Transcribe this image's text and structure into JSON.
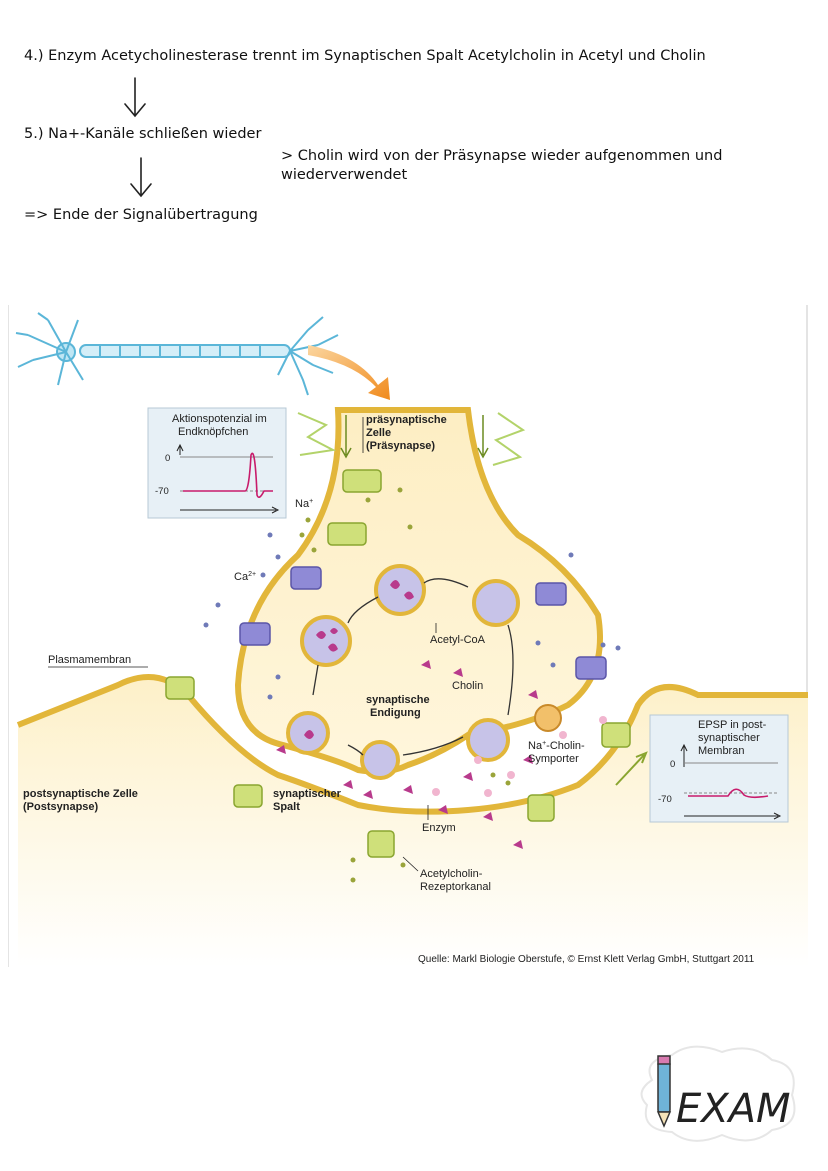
{
  "notes": {
    "step4": "4.) Enzym Acetycholinesterase trennt im Synaptischen Spalt Acetylcholin in Acetyl und Cholin",
    "step5": "5.) Na+-Kanäle schließen wieder",
    "side_note_line1": "> Cholin wird von der Präsynapse wieder aufgenommen und",
    "side_note_line2": "wiederverwendet",
    "end": "=> Ende der Signalübertragung"
  },
  "figure": {
    "ap_title_line1": "Aktionspotenzial im",
    "ap_title_line2": "Endknöpfchen",
    "ap_tick_0": "0",
    "ap_tick_70": "-70",
    "presyn_line1": "präsynaptische",
    "presyn_line2": "Zelle",
    "presyn_line3": "(Präsynapse)",
    "na": "Na",
    "na_sup": "+",
    "ca": "Ca",
    "ca_sup": "2+",
    "acetyl_coa": "Acetyl-CoA",
    "cholin": "Cholin",
    "plasmamembran": "Plasmamembran",
    "syn_end_line1": "synaptische",
    "syn_end_line2": "Endigung",
    "na_cholin_line1": "Na",
    "na_cholin_sup": "+",
    "na_cholin_rest": "-Cholin-",
    "na_cholin_line2": "Symporter",
    "post_line1": "postsynaptische Zelle",
    "post_line2": "(Postsynapse)",
    "spalt_line1": "synaptischer",
    "spalt_line2": "Spalt",
    "enzym": "Enzym",
    "rezeptor_line1": "Acetylcholin-",
    "rezeptor_line2": "Rezeptorkanal",
    "epsp_line1": "EPSP in post-",
    "epsp_line2": "synaptischer",
    "epsp_line3": "Membran",
    "epsp_tick_0": "0",
    "epsp_tick_70": "-70",
    "source": "Quelle: Markl Biologie Oberstufe, © Ernst Klett Verlag GmbH, Stuttgart 2011"
  },
  "logo": {
    "text": "EXAM"
  }
}
